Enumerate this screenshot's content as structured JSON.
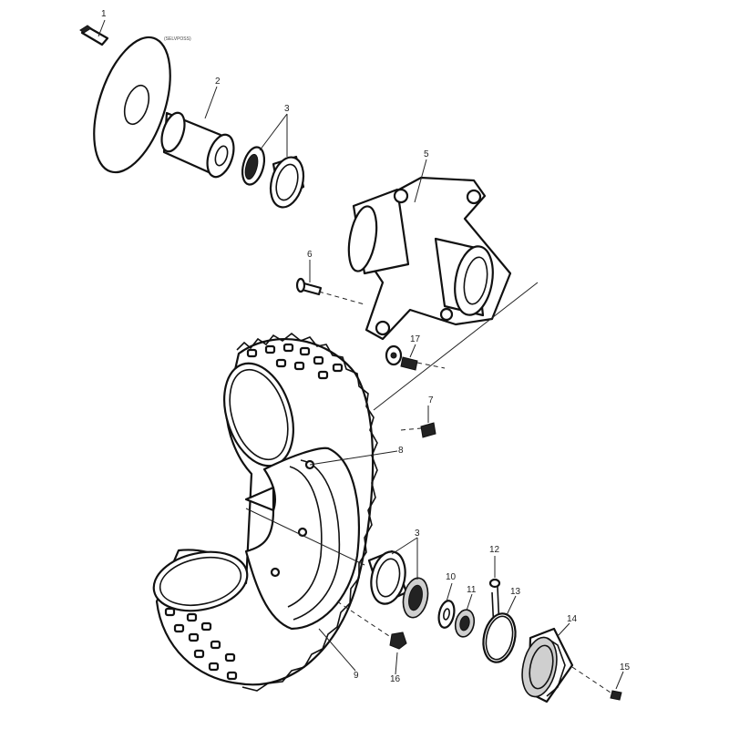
{
  "diagram": {
    "note": "(SELVPOSS)",
    "callouts": {
      "c1": "1",
      "c2": "2",
      "c3a": "3",
      "c3b": "3",
      "c5": "5",
      "c6": "6",
      "c7": "7",
      "c8": "8",
      "c9": "9",
      "c10": "10",
      "c11": "11",
      "c12": "12",
      "c13": "13",
      "c14": "14",
      "c15": "15",
      "c16": "16",
      "c17": "17"
    },
    "colors": {
      "line": "#111111",
      "background": "#ffffff"
    }
  }
}
